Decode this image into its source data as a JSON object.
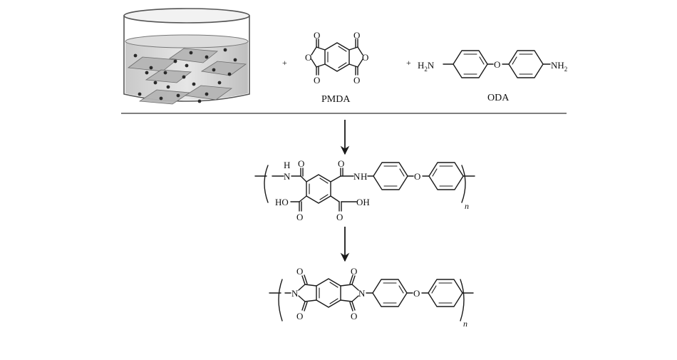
{
  "reactants": {
    "plus_1": "+",
    "plus_2": "+",
    "pmda": "PMDA",
    "oda": "ODA"
  },
  "atoms": {
    "o": "O",
    "n": "N",
    "h": "H",
    "oh": "OH",
    "ho": "HO",
    "nh": "N",
    "h2n": "H",
    "nh2": "NH",
    "sub2": "2",
    "repeat_n": "n"
  },
  "colors": {
    "beaker_fill": "#d9d9d9",
    "beaker_stroke": "#555555",
    "sheet_fill": "#bdbdbd",
    "particle": "#2a2a2a",
    "line": "#1a1a1a"
  }
}
